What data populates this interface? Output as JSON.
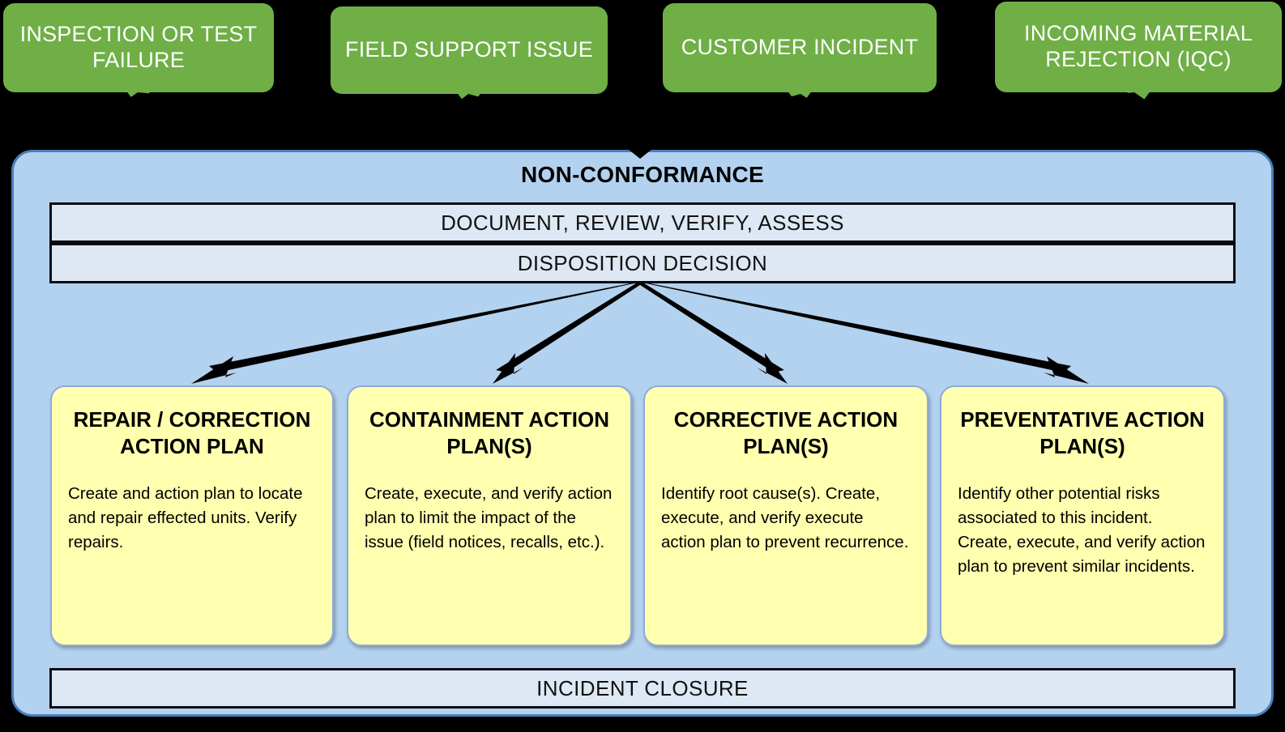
{
  "triggers": [
    {
      "label": "INSPECTION OR TEST FAILURE"
    },
    {
      "label": "FIELD SUPPORT ISSUE"
    },
    {
      "label": "CUSTOMER INCIDENT"
    },
    {
      "label": "INCOMING MATERIAL REJECTION (IQC)"
    }
  ],
  "panel": {
    "title": "NON-CONFORMANCE",
    "bands": {
      "document": "DOCUMENT, REVIEW, VERIFY, ASSESS",
      "disposition": "DISPOSITION  DECISION",
      "closure": "INCIDENT CLOSURE"
    }
  },
  "cards": [
    {
      "title": "REPAIR / CORRECTION ACTION PLAN",
      "body": "Create and action plan to locate and repair effected units.  Verify repairs."
    },
    {
      "title": "CONTAINMENT ACTION PLAN(S)",
      "body": "Create, execute, and verify action plan to limit the impact of the issue (field notices, recalls, etc.)."
    },
    {
      "title": "CORRECTIVE ACTION PLAN(S)",
      "body": "Identify root cause(s).  Create, execute, and verify execute action plan to prevent recurrence."
    },
    {
      "title": "PREVENTATIVE ACTION PLAN(S)",
      "body": "Identify other potential risks associated to this incident.  Create, execute, and verify action plan to prevent similar incidents."
    }
  ],
  "colors": {
    "trigger_green": "#6FAF46",
    "panel_blue": "#B3D2EF",
    "panel_border": "#4A7EBB",
    "band_blue": "#DEE8F4",
    "card_yellow": "#FFFFB0",
    "card_border": "#8FAADC",
    "background": "#000000",
    "arrow_black": "#000000"
  }
}
